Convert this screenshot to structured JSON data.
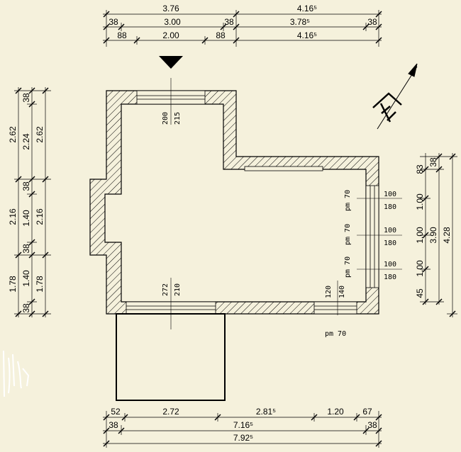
{
  "top_dims": {
    "row1": [
      "3.76",
      "4.16⁵"
    ],
    "row2": [
      "38",
      "3.00",
      "38",
      "3.78⁵",
      "38"
    ],
    "row3": [
      "88",
      "2.00",
      "88",
      "4.16⁵"
    ]
  },
  "left_dims": {
    "outer": [
      "2.62",
      "2.16",
      "1.78"
    ],
    "middle": [
      "38",
      "2.24",
      "38",
      "1.40",
      "38",
      "1.40",
      "38"
    ],
    "inner": [
      "2.62",
      "2.16",
      "1.78"
    ]
  },
  "right_dims": {
    "col1": [
      "83",
      "1.00",
      "1.00",
      "1.00",
      "45"
    ],
    "col2": [
      "3.90"
    ],
    "col3": [
      "38",
      "4.28"
    ]
  },
  "bottom_dims": {
    "row1": [
      "52",
      "2.72",
      "2.81⁵",
      "1.20",
      "67"
    ],
    "row2": [
      "38",
      "7.16⁵",
      "38"
    ],
    "row3": [
      "7.92⁵"
    ]
  },
  "window_labels": {
    "top_window": [
      "200",
      "215"
    ],
    "bottom_door": [
      "272",
      "210"
    ],
    "right_windows": [
      {
        "a": "100",
        "b": "180",
        "pm": "pm 70"
      },
      {
        "a": "100",
        "b": "180",
        "pm": "pm 70"
      },
      {
        "a": "100",
        "b": "180",
        "pm": "pm 70"
      }
    ],
    "bottom_right_window": [
      "120",
      "140"
    ],
    "bottom_right_pm": "pm 70"
  },
  "icons": [
    "entrance-arrow-icon",
    "north-arrow-icon",
    "signature-mark-icon"
  ]
}
